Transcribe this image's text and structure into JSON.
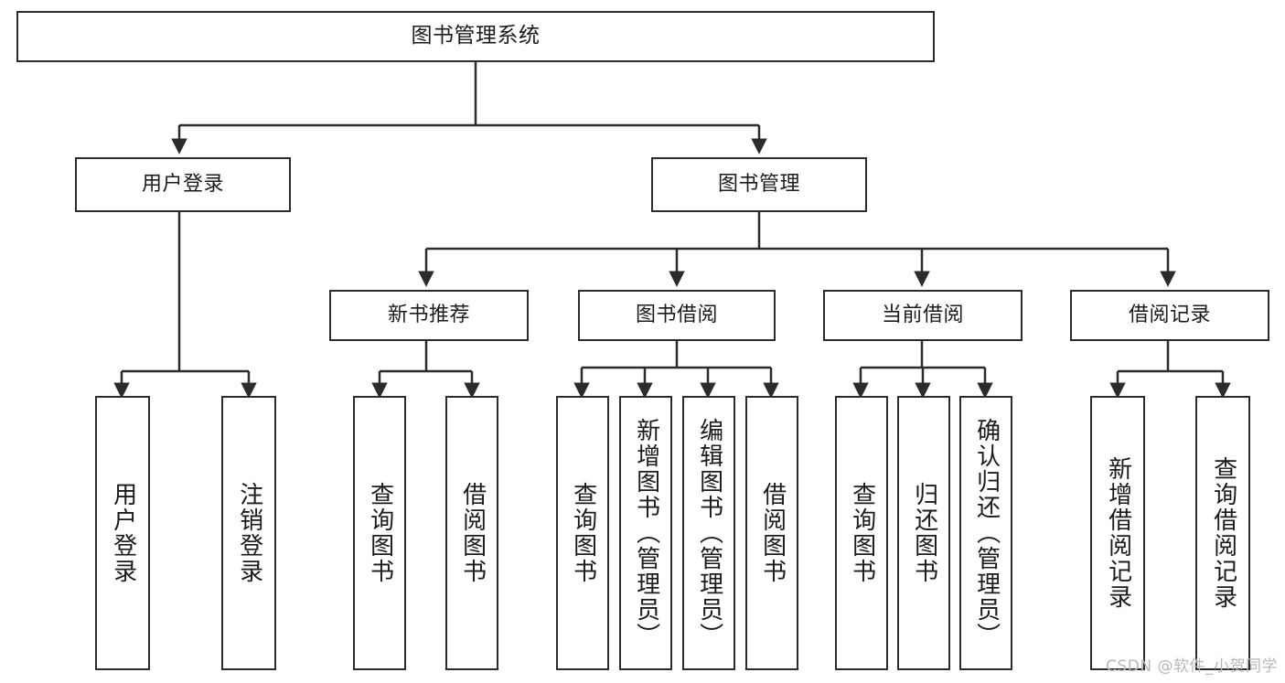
{
  "diagram": {
    "title": "图书管理系统",
    "type": "tree",
    "background_color": "#ffffff",
    "node_fill": "#ffffff",
    "node_border_color": "#2b2b2b",
    "edge_color": "#2b2b2b",
    "watermark": "CSDN @软件_小贺同学"
  },
  "nodes": {
    "root": {
      "label": "图书管理系统"
    },
    "level1": [
      {
        "label": "用户登录"
      },
      {
        "label": "图书管理"
      }
    ],
    "groups": [
      {
        "label": "新书推荐"
      },
      {
        "label": "图书借阅"
      },
      {
        "label": "当前借阅"
      },
      {
        "label": "借阅记录"
      }
    ],
    "leaves": {
      "user_login": [
        {
          "label": "用户登录"
        },
        {
          "label": "注销登录"
        }
      ],
      "new_book_recommend": [
        {
          "label": "查询图书"
        },
        {
          "label": "借阅图书"
        }
      ],
      "book_borrow": [
        {
          "label": "查询图书"
        },
        {
          "label": "新增图书（管理员）"
        },
        {
          "label": "编辑图书（管理员）"
        },
        {
          "label": "借阅图书"
        }
      ],
      "current_borrow": [
        {
          "label": "查询图书"
        },
        {
          "label": "归还图书"
        },
        {
          "label": "确认归还（管理员）"
        }
      ],
      "borrow_record": [
        {
          "label": "新增借阅记录"
        },
        {
          "label": "查询借阅记录"
        }
      ]
    }
  }
}
